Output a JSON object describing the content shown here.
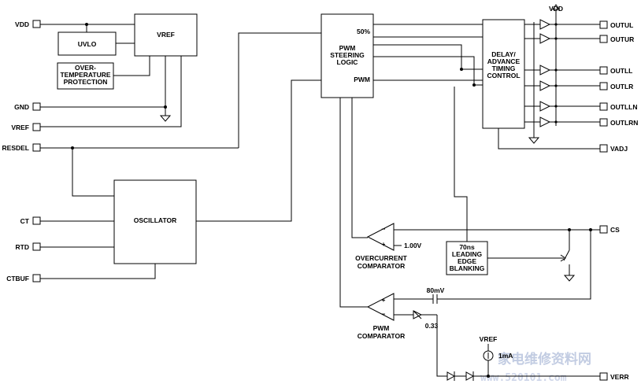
{
  "pins": {
    "vdd_in": "VDD",
    "gnd": "GND",
    "vref": "VREF",
    "resdel": "RESDEL",
    "ct": "CT",
    "rtd": "RTD",
    "ctbuf": "CTBUF",
    "vdd_top": "VDD",
    "outul": "OUTUL",
    "outur": "OUTUR",
    "outll": "OUTLL",
    "outlr": "OUTLR",
    "outlln": "OUTLLN",
    "outlrn": "OUTLRN",
    "vadj": "VADJ",
    "cs": "CS",
    "verr": "VERR"
  },
  "blocks": {
    "uvlo": "UVLO",
    "vref_block": "VREF",
    "otp": [
      "OVER-",
      "TEMPERATURE",
      "PROTECTION"
    ],
    "oscillator": "OSCILLATOR",
    "pwm_steering": [
      "PWM",
      "STEERING",
      "LOGIC"
    ],
    "pwm_50": "50%",
    "pwm_pwm": "PWM",
    "delay": [
      "DELAY/",
      "ADVANCE",
      "TIMING",
      "CONTROL"
    ],
    "blanking": [
      "70ns",
      "LEADING",
      "EDGE",
      "BLANKING"
    ]
  },
  "labels": {
    "v100": "1.00V",
    "overcurrent": [
      "OVERCURRENT",
      "COMPARATOR"
    ],
    "pwm_comp": [
      "PWM",
      "COMPARATOR"
    ],
    "mv80": "80mV",
    "g033": "0.33",
    "vref_src": "VREF",
    "ma1": "1mA"
  },
  "watermark": {
    "cn": "家电维修资料网",
    "url": "www.520101.com"
  }
}
